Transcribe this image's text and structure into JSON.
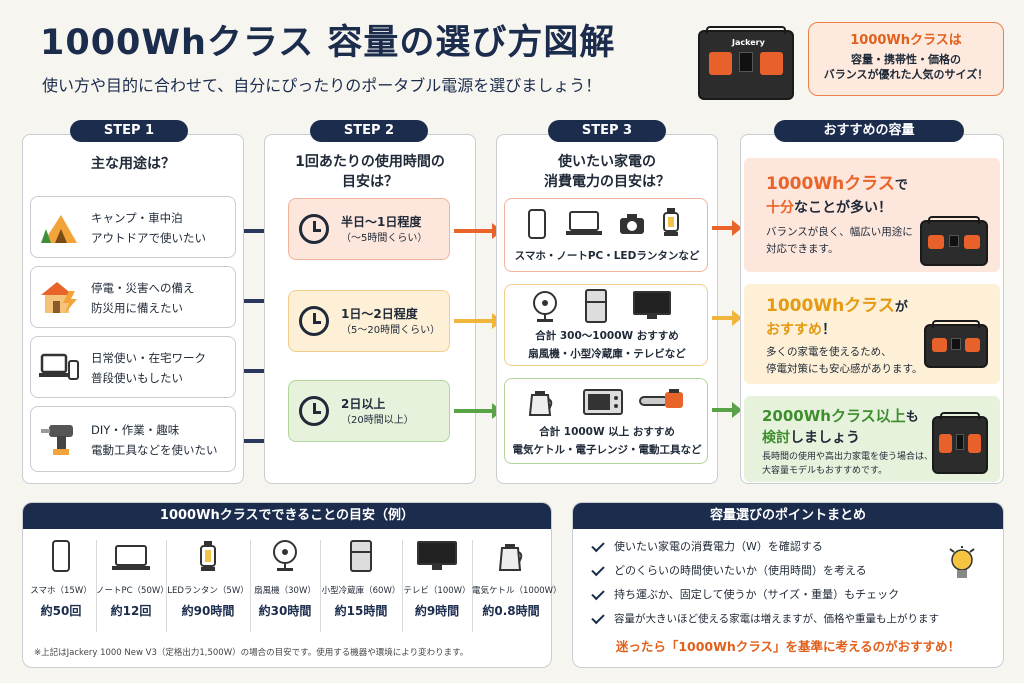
{
  "header": {
    "title": "1000Whクラス 容量の選び方図解",
    "subtitle": "使い方や目的に合わせて、自分にぴったりのポータブル電源を選びましょう！"
  },
  "callout": {
    "heading": "1000Whクラスは",
    "line1": "容量・携帯性・価格の",
    "line2": "バランスが優れた人気のサイズ！"
  },
  "step1": {
    "tag": "STEP 1",
    "heading": "主な用途は？",
    "items": [
      {
        "line1": "キャンプ・車中泊",
        "line2": "アウトドアで使いたい",
        "icon": "tent-icon"
      },
      {
        "line1": "停電・災害への備え",
        "line2": "防災用に備えたい",
        "icon": "house-lightning-icon"
      },
      {
        "line1": "日常使い・在宅ワーク",
        "line2": "普段使いもしたい",
        "icon": "laptop-phone-icon"
      },
      {
        "line1": "DIY・作業・趣味",
        "line2": "電動工具などを使いたい",
        "icon": "drill-icon"
      }
    ]
  },
  "step2": {
    "tag": "STEP 2",
    "heading_line1": "1回あたりの使用時間の",
    "heading_line2": "目安は？",
    "items": [
      {
        "time": "半日〜1日程度",
        "sub": "（〜5時間くらい）",
        "bg": "#fde6dc",
        "border": "#f2b39b"
      },
      {
        "time": "1日〜2日程度",
        "sub": "（5〜20時間くらい）",
        "bg": "#fdf0d7",
        "border": "#f1cf8a"
      },
      {
        "time": "2日以上",
        "sub": "（20時間以上）",
        "bg": "#e6f2dc",
        "border": "#b2d59a"
      }
    ]
  },
  "step3": {
    "tag": "STEP 3",
    "heading_line1": "使いたい家電の",
    "heading_line2": "消費電力の目安は？",
    "items": [
      {
        "line1": "スマホ・ノートPC・LEDランタンなど",
        "line2": "",
        "icons": [
          "smartphone-icon",
          "laptop-icon",
          "camera-icon",
          "lantern-icon"
        ],
        "border": "#f2b39b"
      },
      {
        "line1": "合計 300〜1000W おすすめ",
        "line2": "扇風機・小型冷蔵庫・テレビなど",
        "icons": [
          "fan-icon",
          "fridge-icon",
          "tv-icon"
        ],
        "border": "#f1cf8a"
      },
      {
        "line1": "合計 1000W 以上 おすすめ",
        "line2": "電気ケトル・電子レンジ・電動工具など",
        "icons": [
          "kettle-icon",
          "microwave-icon",
          "chainsaw-icon"
        ],
        "border": "#b2d59a"
      }
    ]
  },
  "recommend": {
    "tag": "おすすめの容量",
    "cards": [
      {
        "h1a": "1000Whクラス",
        "h1b": "で",
        "h2a": "十分",
        "h2b": "なことが多い！",
        "desc1": "バランスが良く、幅広い用途に",
        "desc2": "対応できます。",
        "accent": "#e8642a",
        "bg": "#fde6dc"
      },
      {
        "h1a": "1000Whクラス",
        "h1b": "が",
        "h2a": "おすすめ",
        "h2b": "！",
        "desc1": "多くの家電を使えるため、",
        "desc2": "停電対策にも安心感があります。",
        "accent": "#e59a12",
        "bg": "#fdf0d7"
      },
      {
        "h1a": "2000Whクラス以上",
        "h1b": "も",
        "h2a": "検討",
        "h2b": "しましょう",
        "desc1": "長時間の使用や高出力家電を使う場合は、",
        "desc2": "大容量モデルもおすすめです。",
        "accent": "#3e8e2e",
        "bg": "#e6f2dc"
      }
    ]
  },
  "capacity_panel": {
    "title": "1000Whクラスでできることの目安（例）",
    "devices": [
      {
        "name": "スマホ（15W）",
        "value": "約50回",
        "icon": "smartphone-icon"
      },
      {
        "name": "ノートPC（50W）",
        "value": "約12回",
        "icon": "laptop-icon"
      },
      {
        "name": "LEDランタン（5W）",
        "value": "約90時間",
        "icon": "lantern-icon"
      },
      {
        "name": "扇風機（30W）",
        "value": "約30時間",
        "icon": "fan-icon"
      },
      {
        "name": "小型冷蔵庫（60W）",
        "value": "約15時間",
        "icon": "fridge-icon"
      },
      {
        "name": "テレビ（100W）",
        "value": "約9時間",
        "icon": "tv-icon"
      },
      {
        "name": "電気ケトル（1000W）",
        "value": "約0.8時間",
        "icon": "kettle-icon"
      }
    ],
    "note": "※上記はJackery 1000 New V3（定格出力1,500W）の場合の目安です。使用する機器や環境により変わります。"
  },
  "summary_panel": {
    "title": "容量選びのポイントまとめ",
    "points": [
      "使いたい家電の消費電力（W）を確認する",
      "どのくらいの時間使いたいか（使用時間）を考える",
      "持ち運ぶか、固定して使うか（サイズ・重量）もチェック",
      "容量が大きいほど使える家電は増えますが、価格や重量も上がります"
    ],
    "conclusion": "迷ったら「1000Whクラス」を基準に考えるのがおすすめ！"
  },
  "brand": "Jackery",
  "colors": {
    "navy": "#1b2c4d",
    "orange": "#e8642a",
    "yellow": "#e59a12",
    "green": "#3e8e2e"
  }
}
